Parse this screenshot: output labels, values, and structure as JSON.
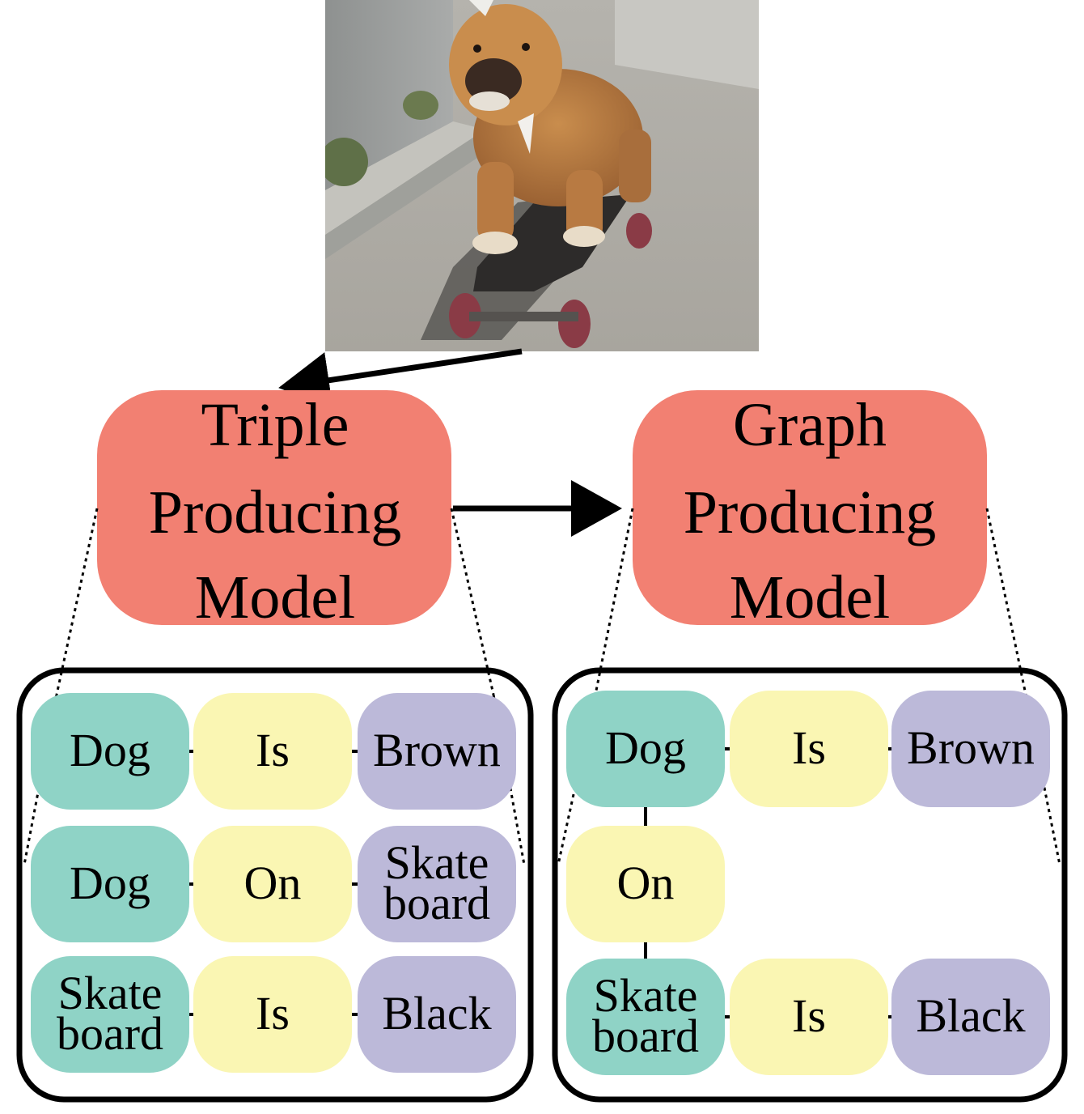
{
  "colors": {
    "model_fill": "#f28072",
    "subject": "#8fd3c6",
    "predicate": "#faf6b3",
    "object": "#bcb9d9",
    "frame_stroke": "#000000"
  },
  "photo": {
    "description_icon": "bulldog-on-skateboard-photo"
  },
  "models": {
    "triple": {
      "lines": [
        "Triple",
        "Producing",
        "Model"
      ]
    },
    "graph": {
      "lines": [
        "Graph",
        "Producing",
        "Model"
      ]
    }
  },
  "triples_panel": {
    "rows": [
      {
        "subject": [
          "Dog"
        ],
        "predicate": [
          "Is"
        ],
        "object": [
          "Brown"
        ]
      },
      {
        "subject": [
          "Dog"
        ],
        "predicate": [
          "On"
        ],
        "object": [
          "Skate",
          "board"
        ]
      },
      {
        "subject": [
          "Skate",
          "board"
        ],
        "predicate": [
          "Is"
        ],
        "object": [
          "Black"
        ]
      }
    ]
  },
  "graph_panel": {
    "dog": [
      "Dog"
    ],
    "is_top": [
      "Is"
    ],
    "brown": [
      "Brown"
    ],
    "on": [
      "On"
    ],
    "skateboard": [
      "Skate",
      "board"
    ],
    "is_bottom": [
      "Is"
    ],
    "black": [
      "Black"
    ]
  }
}
